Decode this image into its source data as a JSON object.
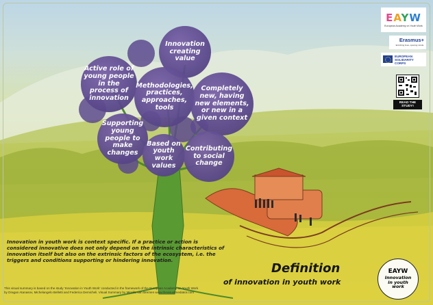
{
  "bubbles": {
    "active_role": "Active role of young people in the process of innovation",
    "creating_value": "Innovation creating value",
    "methodologies": "Methodologies, practices, approaches, tools",
    "completely_new": "Completely new, having new elements, or new in a given context",
    "young_people_changes": "Supporting young people to make changes",
    "youth_work_values": "Based on youth work values",
    "social_change": "Contributing to social change"
  },
  "text": {
    "body": "Innovation in youth work is context specific. If a practice or action is considered innovative does not only depend on the intrinsic characteristics of innovation itself but also on the extrinsic factors of the ecosystem, i.e. the triggers and conditions supporting or hindering innovation.",
    "footnote_1": "This visual summary is based on the study 'Innovation in Youth Work' conducted in the framework of the European Academy on Youth Work",
    "footnote_2": "by Dragan Atanasov, Michelangelo Belletti and Federica Demicheli. Visual Summary by Mireille van Bremen www.thevisualmediator.com"
  },
  "title": {
    "main": "Definition",
    "sub": "of innovation in youth work"
  },
  "badge": {
    "line1": "EAYW",
    "line2": "Innovation in youth work"
  },
  "logos": {
    "eayw": "EAYW",
    "eayw_sub": "European Academy on Youth Work",
    "erasmus": "Erasmus+",
    "erasmus_sub": "Enriching lives, opening minds.",
    "esc": "EUROPEAN SOLIDARITY CORPS",
    "qr_label": "READ THE STUDY!"
  },
  "colors": {
    "bubble": "#5d4a8e",
    "tree": "#4e8a2c",
    "ground": "#d6cf45"
  }
}
